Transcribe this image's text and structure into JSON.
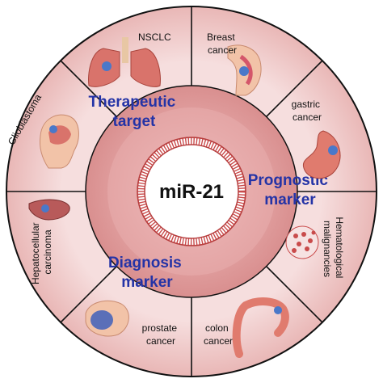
{
  "center": {
    "label": "miR-21"
  },
  "roles": {
    "therapeutic": [
      "Therapeutic",
      "target"
    ],
    "prognostic": [
      "Prognostic",
      "marker"
    ],
    "diagnosis": [
      "Diagnosis",
      "marker"
    ]
  },
  "cancers": {
    "nsclc": "NSCLC",
    "breast": [
      "Breast",
      "cancer"
    ],
    "gastric": [
      "gastric",
      "cancer"
    ],
    "hematological": [
      "Hematological",
      "malignancies"
    ],
    "colon": [
      "colon",
      "cancer"
    ],
    "prostate": [
      "prostate",
      "cancer"
    ],
    "hepatocellular": [
      "Hepatocellular",
      "carcinoma"
    ],
    "glioblastoma": "Glioblastoma"
  },
  "colors": {
    "ring": "#e9b7b6",
    "inner": "#e7a8a8",
    "core_ring": "#c94b4b",
    "role_text": "#2433a6",
    "organ": "#d9736b"
  },
  "icons": [
    "lungs-icon",
    "breast-icon",
    "stomach-icon",
    "blood-cells-icon",
    "colon-icon",
    "prostate-icon",
    "liver-icon",
    "brain-icon"
  ]
}
